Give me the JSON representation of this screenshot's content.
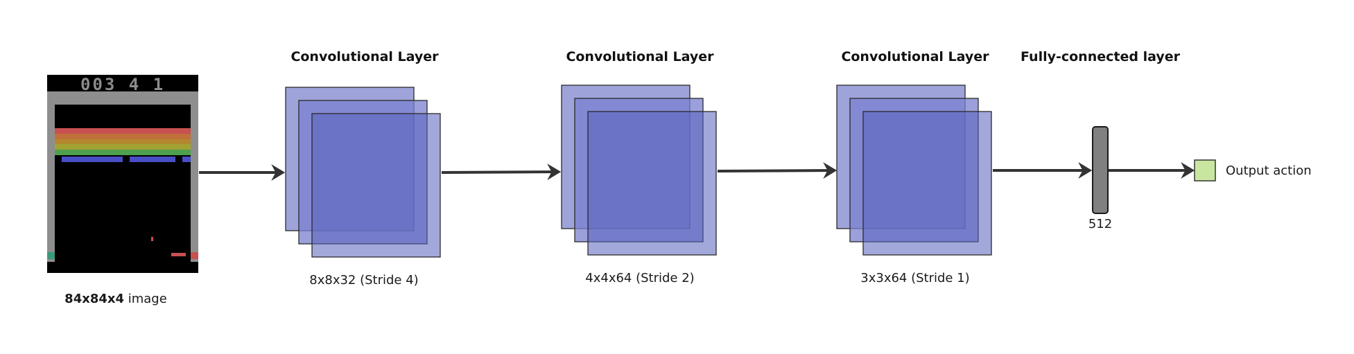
{
  "game": {
    "score_text": "003  4  1",
    "caption_bold": "84x84x4",
    "caption_rest": " image"
  },
  "layers": [
    {
      "title": "Convolutional Layer",
      "caption": "8x8x32 (Stride 4)"
    },
    {
      "title": "Convolutional Layer",
      "caption": "4x4x64 (Stride 2)"
    },
    {
      "title": "Convolutional Layer",
      "caption": "3x3x64 (Stride 1)"
    }
  ],
  "fc": {
    "title": "Fully-connected layer",
    "caption": "512"
  },
  "output": {
    "label": "Output action"
  },
  "colors": {
    "layer_light": "#9ea3d9",
    "layer_mid": "#7a80cf",
    "layer_dark": "#5661bc",
    "fc_bar": "#808080",
    "output_box": "#c8e6a0",
    "arrow": "#333333"
  }
}
